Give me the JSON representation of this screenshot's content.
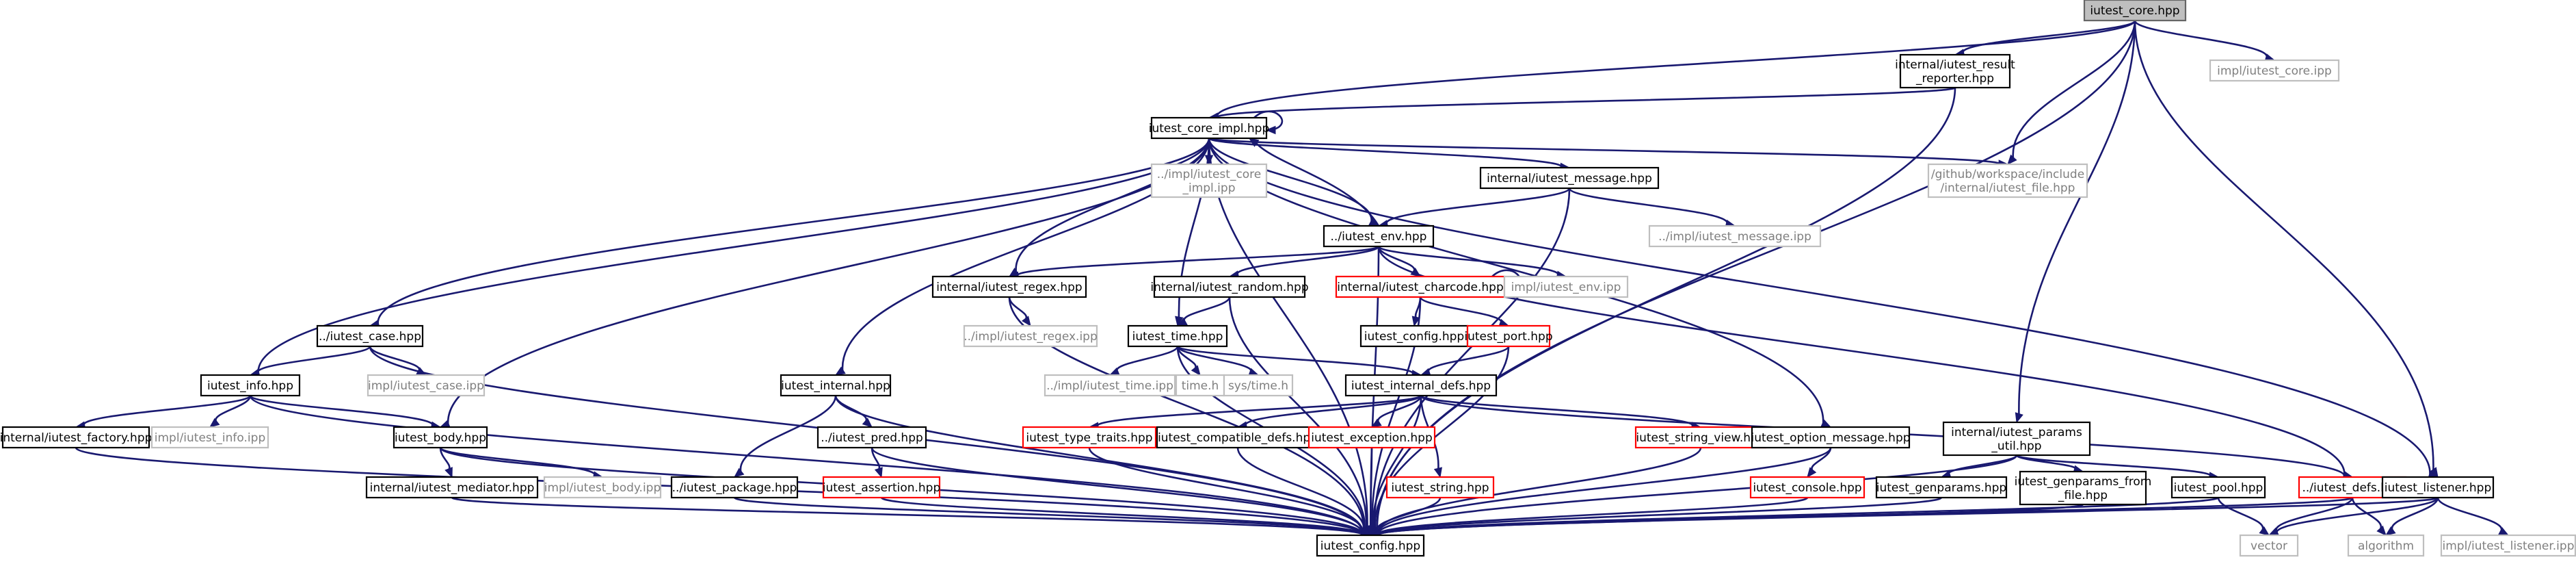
{
  "title": "",
  "colors": {
    "edge": "#191970",
    "normal_border": "#000000",
    "external_border": "#bfbfbf",
    "external_text": "#7f7f7f",
    "missing_border": "#ff0000",
    "root_fill": "#bfbfbf",
    "text": "#000000"
  },
  "nodes": [
    {
      "id": "core",
      "lines": [
        "iutest_core.hpp"
      ],
      "kind": "root"
    },
    {
      "id": "result_reporter",
      "lines": [
        "internal/iutest_result",
        "_reporter.hpp"
      ],
      "kind": "normal"
    },
    {
      "id": "core_ipp",
      "lines": [
        "impl/iutest_core.ipp"
      ],
      "kind": "external"
    },
    {
      "id": "core_impl",
      "lines": [
        "iutest_core_impl.hpp"
      ],
      "kind": "normal"
    },
    {
      "id": "core_impl_ipp",
      "lines": [
        "../impl/iutest_core",
        "_impl.ipp"
      ],
      "kind": "external"
    },
    {
      "id": "message",
      "lines": [
        "internal/iutest_message.hpp"
      ],
      "kind": "normal"
    },
    {
      "id": "file",
      "lines": [
        "/github/workspace/include",
        "/internal/iutest_file.hpp"
      ],
      "kind": "external"
    },
    {
      "id": "env",
      "lines": [
        "../iutest_env.hpp"
      ],
      "kind": "normal"
    },
    {
      "id": "message_ipp",
      "lines": [
        "../impl/iutest_message.ipp"
      ],
      "kind": "external"
    },
    {
      "id": "regex",
      "lines": [
        "internal/iutest_regex.hpp"
      ],
      "kind": "normal"
    },
    {
      "id": "random",
      "lines": [
        "internal/iutest_random.hpp"
      ],
      "kind": "normal"
    },
    {
      "id": "charcode",
      "lines": [
        "internal/iutest_charcode.hpp"
      ],
      "kind": "missing"
    },
    {
      "id": "env_ipp",
      "lines": [
        "impl/iutest_env.ipp"
      ],
      "kind": "external"
    },
    {
      "id": "case",
      "lines": [
        "../iutest_case.hpp"
      ],
      "kind": "normal"
    },
    {
      "id": "regex_ipp",
      "lines": [
        "../impl/iutest_regex.ipp"
      ],
      "kind": "external"
    },
    {
      "id": "config_hpp",
      "lines": [
        "iutest_config.hpp"
      ],
      "kind": "normal"
    },
    {
      "id": "port",
      "lines": [
        "iutest_port.hpp"
      ],
      "kind": "missing"
    },
    {
      "id": "info",
      "lines": [
        "iutest_info.hpp"
      ],
      "kind": "normal"
    },
    {
      "id": "case_ipp",
      "lines": [
        "impl/iutest_case.ipp"
      ],
      "kind": "external"
    },
    {
      "id": "internal",
      "lines": [
        "iutest_internal.hpp"
      ],
      "kind": "normal"
    },
    {
      "id": "time",
      "lines": [
        "iutest_time.hpp"
      ],
      "kind": "normal"
    },
    {
      "id": "time_ipp",
      "lines": [
        "../impl/iutest_time.ipp"
      ],
      "kind": "external"
    },
    {
      "id": "time_h",
      "lines": [
        "time.h"
      ],
      "kind": "external"
    },
    {
      "id": "systime_h",
      "lines": [
        "sys/time.h"
      ],
      "kind": "external"
    },
    {
      "id": "internal_defs",
      "lines": [
        "iutest_internal_defs.hpp"
      ],
      "kind": "normal"
    },
    {
      "id": "factory",
      "lines": [
        "internal/iutest_factory.hpp"
      ],
      "kind": "normal"
    },
    {
      "id": "info_ipp",
      "lines": [
        "impl/iutest_info.ipp"
      ],
      "kind": "external"
    },
    {
      "id": "body",
      "lines": [
        "iutest_body.hpp"
      ],
      "kind": "normal"
    },
    {
      "id": "pred",
      "lines": [
        "../iutest_pred.hpp"
      ],
      "kind": "normal"
    },
    {
      "id": "type_traits",
      "lines": [
        "iutest_type_traits.hpp"
      ],
      "kind": "missing"
    },
    {
      "id": "compatible_defs",
      "lines": [
        "iutest_compatible_defs.hpp"
      ],
      "kind": "normal"
    },
    {
      "id": "exception",
      "lines": [
        "iutest_exception.hpp"
      ],
      "kind": "missing"
    },
    {
      "id": "string_view",
      "lines": [
        "iutest_string_view.hpp"
      ],
      "kind": "missing"
    },
    {
      "id": "option_message",
      "lines": [
        "iutest_option_message.hpp"
      ],
      "kind": "normal"
    },
    {
      "id": "params_util",
      "lines": [
        "internal/iutest_params",
        "_util.hpp"
      ],
      "kind": "normal"
    },
    {
      "id": "mediator",
      "lines": [
        "internal/iutest_mediator.hpp"
      ],
      "kind": "normal"
    },
    {
      "id": "body_ipp",
      "lines": [
        "impl/iutest_body.ipp"
      ],
      "kind": "external"
    },
    {
      "id": "package",
      "lines": [
        "../iutest_package.hpp"
      ],
      "kind": "normal"
    },
    {
      "id": "assertion",
      "lines": [
        "iutest_assertion.hpp"
      ],
      "kind": "missing"
    },
    {
      "id": "string",
      "lines": [
        "iutest_string.hpp"
      ],
      "kind": "missing"
    },
    {
      "id": "console",
      "lines": [
        "iutest_console.hpp"
      ],
      "kind": "missing"
    },
    {
      "id": "genparams",
      "lines": [
        "iutest_genparams.hpp"
      ],
      "kind": "normal"
    },
    {
      "id": "genparams_from_file",
      "lines": [
        "iutest_genparams_from",
        "_file.hpp"
      ],
      "kind": "normal"
    },
    {
      "id": "pool",
      "lines": [
        "iutest_pool.hpp"
      ],
      "kind": "normal"
    },
    {
      "id": "defs",
      "lines": [
        "../iutest_defs.hpp"
      ],
      "kind": "missing"
    },
    {
      "id": "listener",
      "lines": [
        "iutest_listener.hpp"
      ],
      "kind": "normal"
    },
    {
      "id": "config_bottom",
      "lines": [
        "iutest_config.hpp"
      ],
      "kind": "normal"
    },
    {
      "id": "vector",
      "lines": [
        "vector"
      ],
      "kind": "external"
    },
    {
      "id": "algorithm",
      "lines": [
        "algorithm"
      ],
      "kind": "external"
    },
    {
      "id": "listener_ipp",
      "lines": [
        "impl/iutest_listener.ipp"
      ],
      "kind": "external"
    }
  ]
}
